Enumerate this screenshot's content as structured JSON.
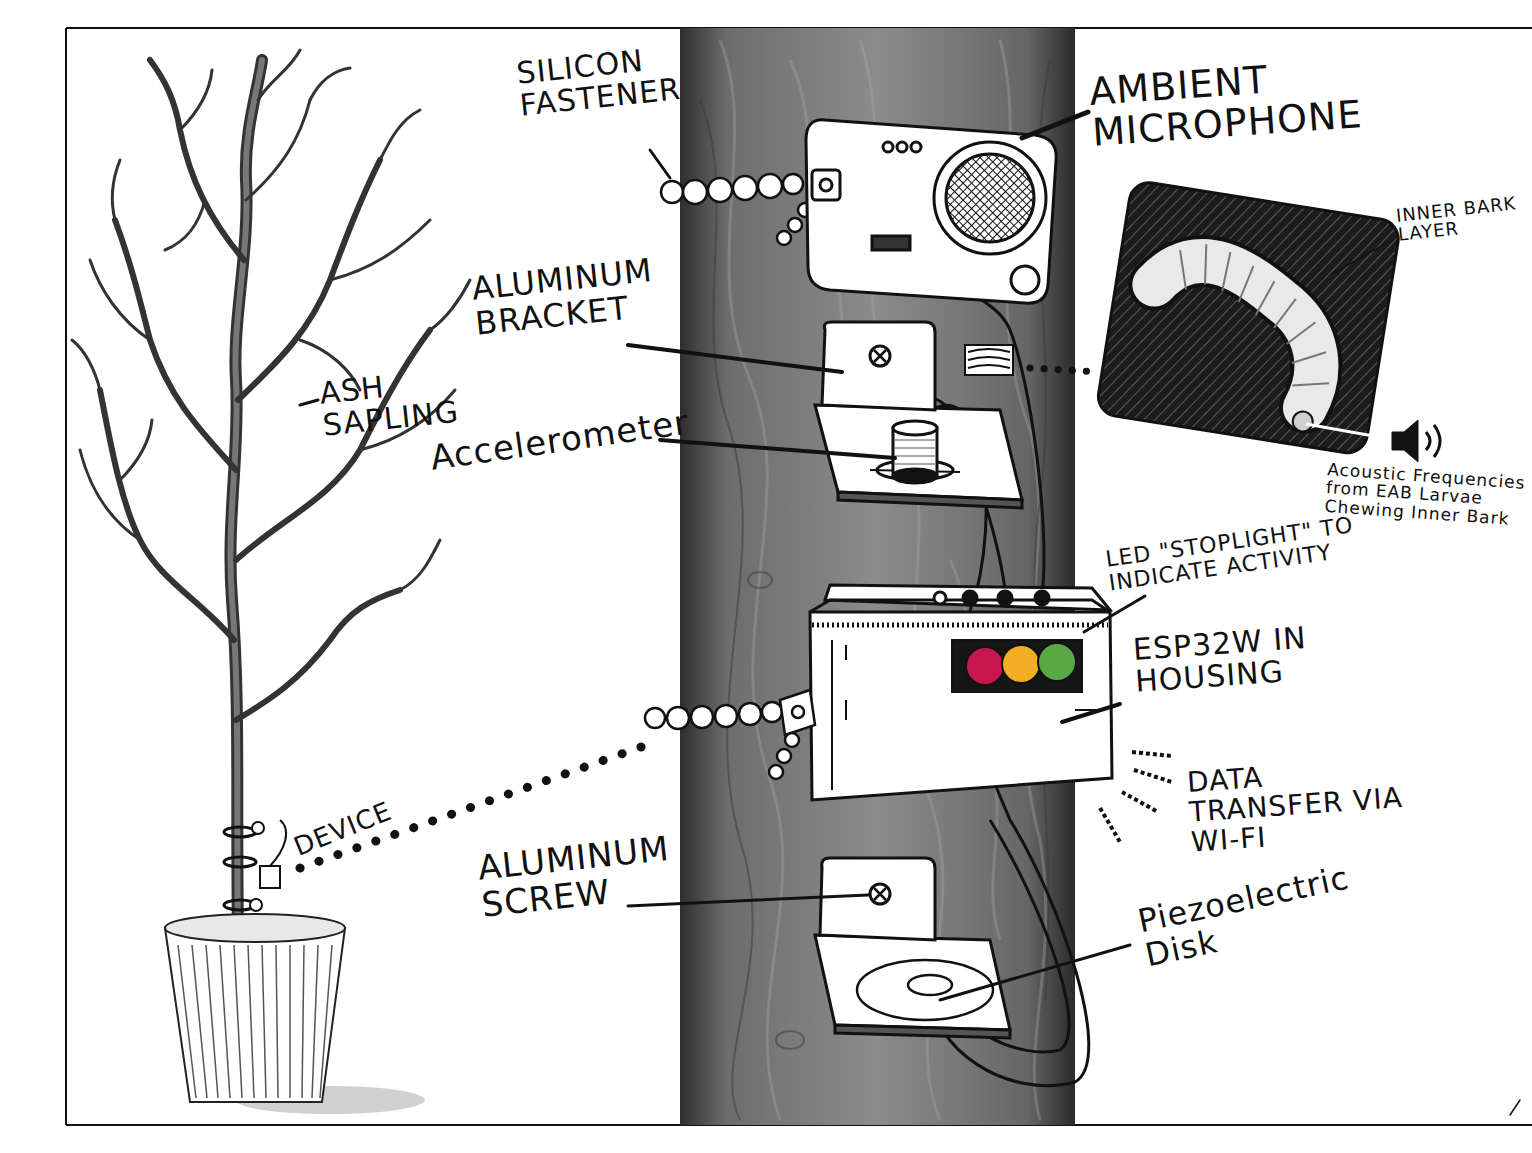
{
  "diagram": {
    "labels": [
      "SILICON FASTENER",
      "AMBIENT MICROPHONE",
      "ALUMINUM BRACKET",
      "Accelerometer",
      "ASH SAPLING",
      "INNER BARK LAYER",
      "Acoustic Frequencies from EAB Larvae Chewing Inner Bark",
      "LED \"STOPLIGHT\" TO INDICATE ACTIVITY",
      "ESP32W IN HOUSING",
      "DATA TRANSFER VIA WI-FI",
      "DEVICE",
      "ALUMINUM SCREW",
      "Piezoelectric Disk"
    ]
  }
}
